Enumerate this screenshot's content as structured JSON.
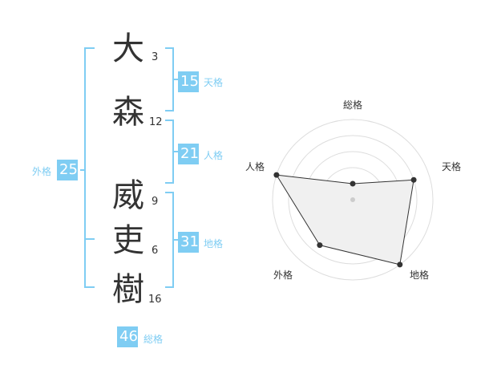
{
  "name": {
    "chars": [
      {
        "char": "大",
        "strokes": "3"
      },
      {
        "char": "森",
        "strokes": "12"
      },
      {
        "char": "威",
        "strokes": "9"
      },
      {
        "char": "吏",
        "strokes": "6"
      },
      {
        "char": "樹",
        "strokes": "16"
      }
    ]
  },
  "fortunes": {
    "tenkaku": {
      "value": "15",
      "label": "天格"
    },
    "jinkaku": {
      "value": "21",
      "label": "人格"
    },
    "chikaku": {
      "value": "31",
      "label": "地格"
    },
    "gaikaku": {
      "value": "25",
      "label": "外格"
    },
    "soukaku": {
      "value": "46",
      "label": "総格"
    }
  },
  "colors": {
    "accent": "#7fcdf3",
    "text": "#333333",
    "grid": "#dddddd",
    "polygon_fill": "#f0f0f0"
  },
  "chart_data": {
    "type": "radar",
    "axes": [
      "総格",
      "天格",
      "地格",
      "外格",
      "人格"
    ],
    "values": [
      0.2,
      0.8,
      1.0,
      0.7,
      1.0
    ],
    "range": [
      0,
      1
    ],
    "rings": 5
  }
}
